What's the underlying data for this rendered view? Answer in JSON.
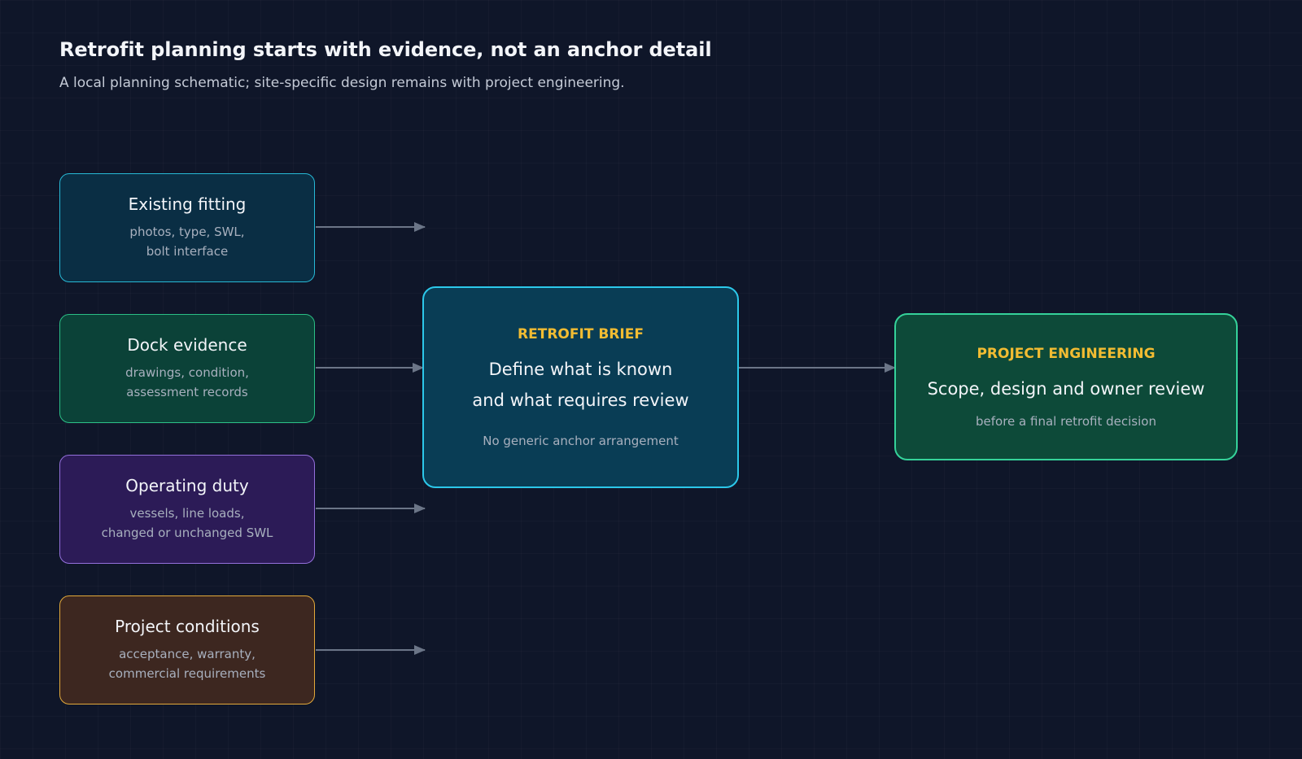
{
  "header": {
    "title": "Retrofit planning starts with evidence, not an anchor detail",
    "subtitle": "A local planning schematic; site-specific design remains with project engineering."
  },
  "inputs": [
    {
      "title": "Existing fitting",
      "desc_line1": "photos, type, SWL,",
      "desc_line2": "bolt interface"
    },
    {
      "title": "Dock evidence",
      "desc_line1": "drawings, condition,",
      "desc_line2": "assessment records"
    },
    {
      "title": "Operating duty",
      "desc_line1": "vessels, line loads,",
      "desc_line2": "changed or unchanged SWL"
    },
    {
      "title": "Project conditions",
      "desc_line1": "acceptance, warranty,",
      "desc_line2": "commercial requirements"
    }
  ],
  "brief": {
    "kicker": "RETROFIT BRIEF",
    "line1": "Define what is known",
    "line2": "and what requires review",
    "note": "No generic anchor arrangement"
  },
  "engineering": {
    "kicker": "PROJECT ENGINEERING",
    "line1": "Scope, design and owner review",
    "note": "before a final retrofit decision"
  },
  "colors": {
    "background": "#0f1629",
    "arrow": "#6b7587",
    "accent_kicker": "#f2bc32",
    "fitting_border": "#27b9d6",
    "dock_border": "#2bbf86",
    "duty_border": "#9470dc",
    "project_border": "#e3a93a",
    "brief_border": "#2cc8ea",
    "engineering_border": "#35d29a"
  }
}
